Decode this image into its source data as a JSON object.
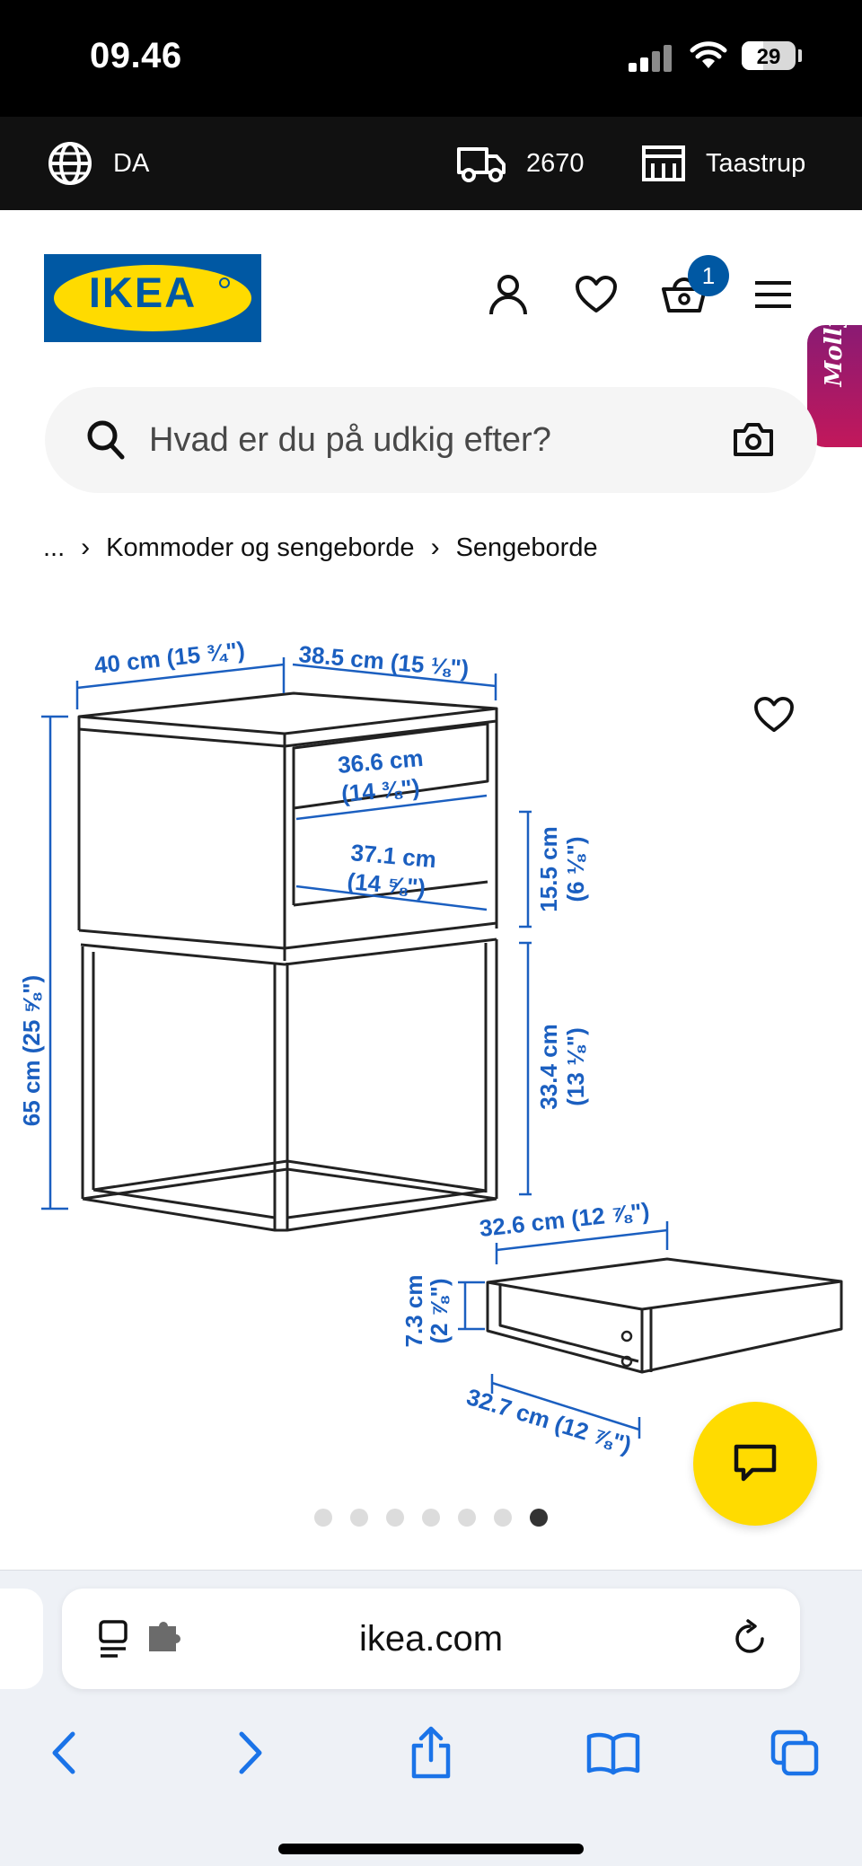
{
  "status_bar": {
    "time": "09.46",
    "battery": "29"
  },
  "top_strip": {
    "language": "DA",
    "zip": "2670",
    "store": "Taastrup"
  },
  "header": {
    "logo_text": "IKEA",
    "cart_count": "1",
    "assistant_label": "Molly",
    "brand_colors": {
      "blue": "#0058a3",
      "yellow": "#ffdb00"
    }
  },
  "search": {
    "placeholder": "Hvad er du på udkig efter?"
  },
  "breadcrumb": {
    "ellipsis": "...",
    "items": [
      "Kommoder og sengeborde",
      "Sengeborde"
    ]
  },
  "product_image": {
    "dimensions": {
      "width": "40 cm (15 ¾\")",
      "depth": "38.5 cm (15 ⅛\")",
      "height": "65 cm (25 ⅝\")",
      "drawer_inner_width_1": "36.6 cm",
      "drawer_inner_width_1_in": "(14 ⅜\")",
      "drawer_inner_width_2": "37.1 cm",
      "drawer_inner_width_2_in": "(14 ⅝\")",
      "compartment_height": "15.5 cm",
      "compartment_height_in": "(6 ⅛\")",
      "open_space_height": "33.4 cm",
      "open_space_height_in": "(13 ⅛\")",
      "drawer_width": "32.6 cm (12 ⅞\")",
      "drawer_height": "7.3 cm",
      "drawer_height_in": "(2 ⅞\")",
      "drawer_depth": "32.7 cm (12 ⅞\")"
    },
    "dim_color": "#1b5fc0",
    "carousel": {
      "total": 7,
      "active_index": 6
    }
  },
  "safari": {
    "url": "ikea.com"
  }
}
